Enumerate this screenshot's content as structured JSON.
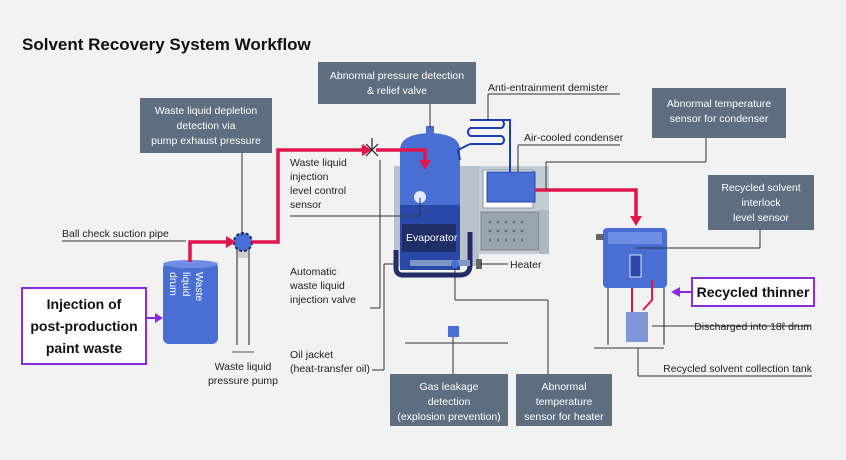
{
  "title": "Solvent Recovery System Workflow",
  "boxes": {
    "depletion": [
      "Waste liquid depletion",
      "detection via",
      "pump exhaust pressure"
    ],
    "abnormal_pressure": [
      "Abnormal pressure detection",
      "& relief valve"
    ],
    "condenser_temp": [
      "Abnormal temperature",
      "sensor for condenser"
    ],
    "interlock": [
      "Recycled solvent",
      "interlock",
      "level sensor"
    ],
    "gas_leak": [
      "Gas leakage",
      "detection",
      "(explosion prevention)"
    ],
    "heater_temp": [
      "Abnormal",
      "temperature",
      "sensor for heater"
    ]
  },
  "labels": {
    "demister": "Anti-entrainment demister",
    "condenser": "Air-cooled condenser",
    "ball_check": "Ball check suction pipe",
    "level_control": [
      "Waste liquid",
      "injection",
      "level control",
      "sensor"
    ],
    "evaporator": "Evaporator",
    "heater": "Heater",
    "auto_valve": [
      "Automatic",
      "waste liquid",
      "injection valve"
    ],
    "oil_jacket": [
      "Oil jacket",
      "(heat-transfer oil)"
    ],
    "pump": [
      "Waste liquid",
      "pressure pump"
    ],
    "drum": [
      "Waste",
      "liquid",
      "drum"
    ],
    "discharged": "Discharged into 18ℓ drum",
    "collection_tank": "Recycled solvent collection tank"
  },
  "callouts": {
    "injection": [
      "Injection of",
      "post-production",
      "paint waste"
    ],
    "recycled": "Recycled thinner"
  },
  "colors": {
    "pipe": "#e0174b",
    "box": "#5c6e80",
    "equipment": "#4a6fd4",
    "callout_border": "#8a2be2"
  }
}
